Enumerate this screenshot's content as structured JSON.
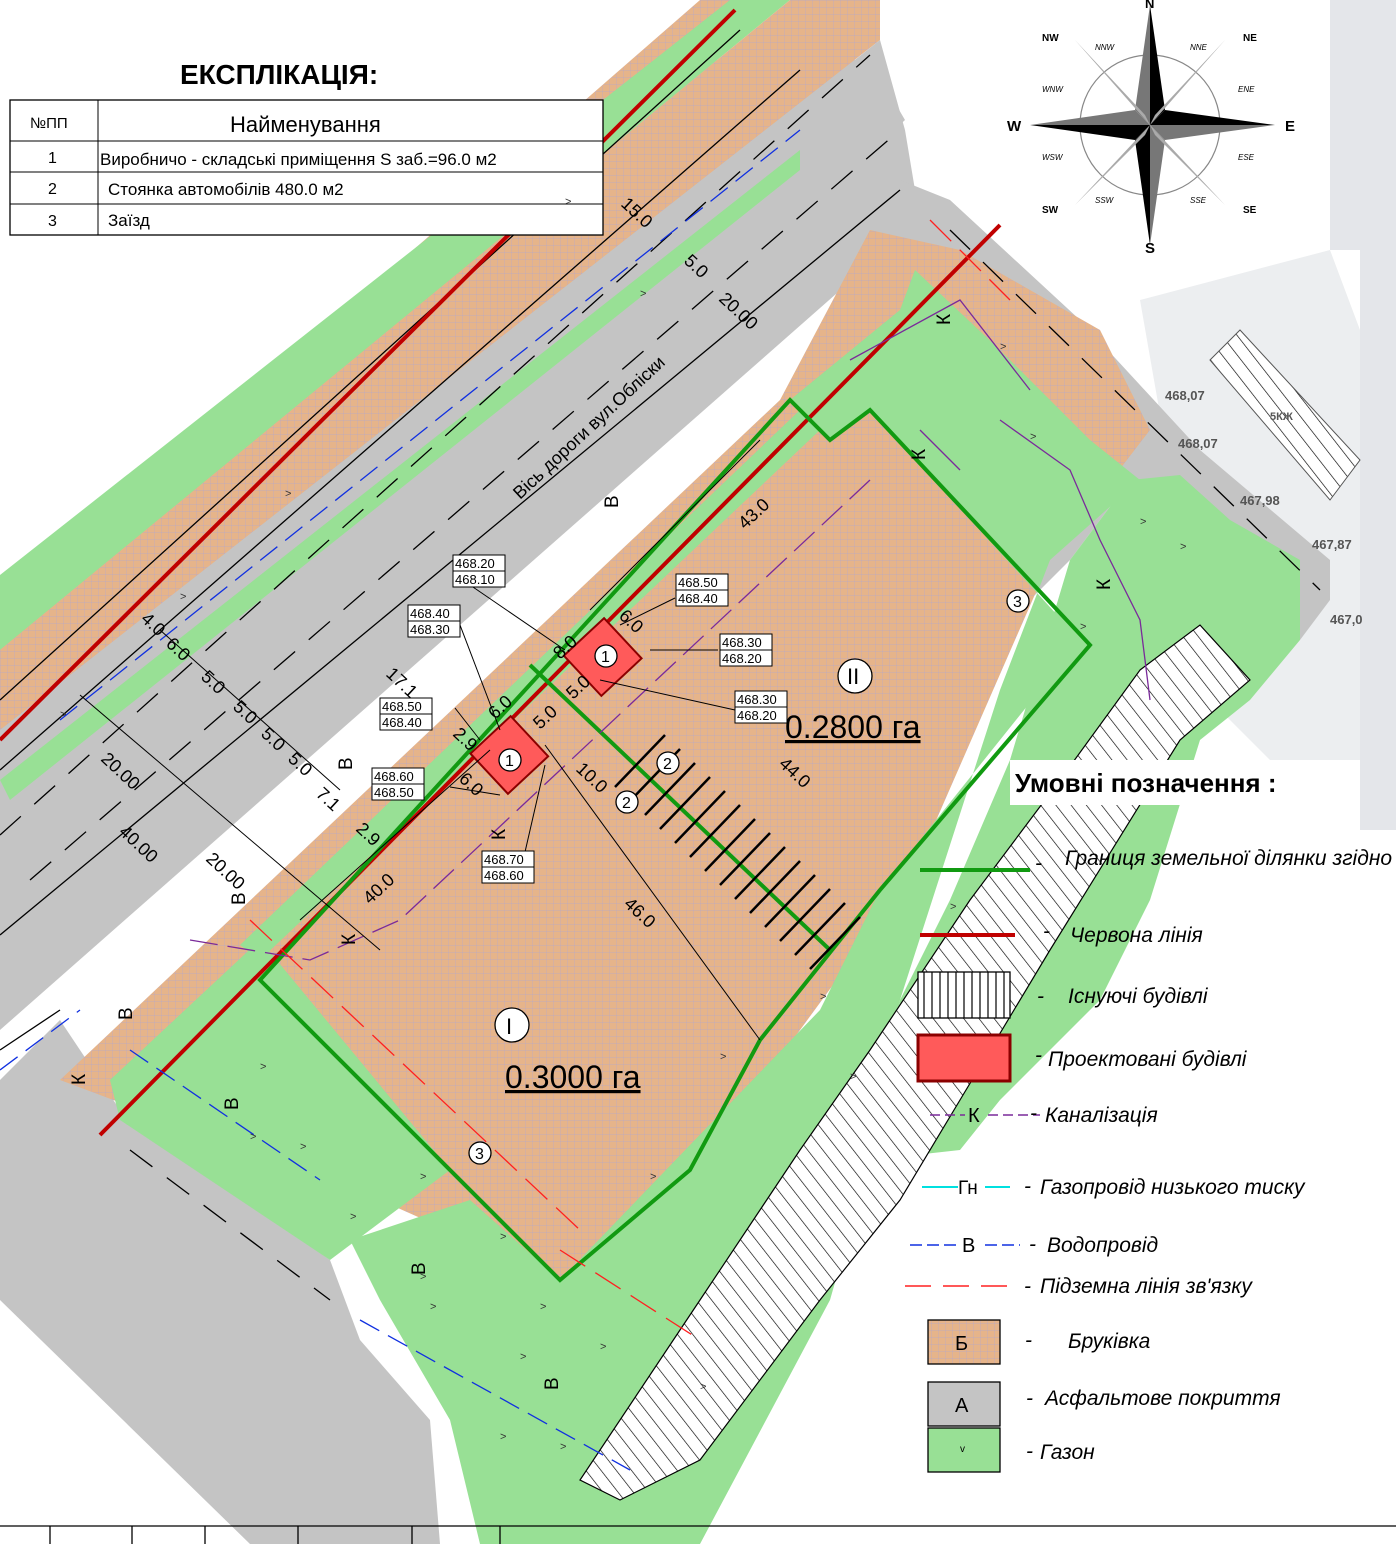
{
  "explication": {
    "title": "ЕКСПЛІКАЦІЯ:",
    "header": {
      "no": "№ПП",
      "name": "Найменування"
    },
    "rows": [
      {
        "no": "1",
        "name": "Виробничо - складські приміщення S заб.=96.0 м2"
      },
      {
        "no": "2",
        "name": "Стоянка автомобілів   480.0 м2"
      },
      {
        "no": "3",
        "name": "Заїзд"
      }
    ]
  },
  "compass": {
    "N": "N",
    "S": "S",
    "E": "E",
    "W": "W",
    "NW": "NW",
    "NE": "NE",
    "SW": "SW",
    "SE": "SE",
    "NNW": "NNW",
    "NNE": "NNE",
    "WNW": "WNW",
    "ENE": "ENE",
    "WSW": "WSW",
    "ESE": "ESE",
    "SSW": "SSW",
    "SSE": "SSE"
  },
  "map": {
    "road_axis_label": "Вісь дороги вул.Обліски",
    "plot1": {
      "roman": "I",
      "area": "0.3000 га"
    },
    "plot2": {
      "roman": "II",
      "area": "0.2800 га"
    },
    "markers": [
      "1",
      "2",
      "3"
    ],
    "dims": {
      "d15": "15.0",
      "d5": "5.0",
      "d20": "20.00",
      "d43": "43.0",
      "d44": "44.0",
      "d46": "46.0",
      "d40": "40.0",
      "d4": "4.0",
      "d6": "6.0",
      "d50": "5.0",
      "d17": "17.1",
      "d71": "7.1",
      "d29": "2.9",
      "d40b": "40.00",
      "d20b": "20.00",
      "d80": "8.0",
      "d10": "10.0",
      "d60": "6.0"
    },
    "elevations": [
      [
        "468.20",
        "468.10"
      ],
      [
        "468.50",
        "468.40"
      ],
      [
        "468.40",
        "468.30"
      ],
      [
        "468.30",
        "468.20"
      ],
      [
        "468.30",
        "468.20"
      ],
      [
        "468.50",
        "468.40"
      ],
      [
        "468.60",
        "468.50"
      ],
      [
        "468.70",
        "468.60"
      ]
    ],
    "survey_marks": [
      "468,07",
      "468,07",
      "467,98",
      "467,87",
      "467,0"
    ],
    "building_tag": "5КЖ",
    "utility_letters": {
      "water": "В",
      "sewer": "К"
    }
  },
  "legend": {
    "title": "Умовні позначення :",
    "items": [
      {
        "key": "boundary",
        "text": "Границя земельної ділянки  згідно ДЗК"
      },
      {
        "key": "red_line",
        "text": "Червона лінія"
      },
      {
        "key": "existing",
        "text": "Існуючі будівлі"
      },
      {
        "key": "projected",
        "text": "Проектовані будівлі"
      },
      {
        "key": "sewer",
        "code": "К",
        "text": "Каналізація"
      },
      {
        "key": "gas",
        "code": "Гн",
        "text": "Газопровід низького тиску"
      },
      {
        "key": "water",
        "code": "В",
        "text": "Водопровід"
      },
      {
        "key": "comm",
        "text": "Підземна лінія зв'язку"
      },
      {
        "key": "paving",
        "code": "Б",
        "text": "Бруківка"
      },
      {
        "key": "asphalt",
        "code": "А",
        "text": "Асфальтове покриття"
      },
      {
        "key": "lawn",
        "code": "v",
        "text": "Газон"
      }
    ]
  },
  "colors": {
    "paving": "#e6b48a",
    "lawn": "#98e095",
    "asphalt": "#c4c4c4",
    "red_line": "#c00000",
    "boundary": "#119a11",
    "building": "#ff5a5a",
    "water": "#1030e0",
    "sewer": "#7a2a9a",
    "gas": "#00e0e0",
    "comm": "#ff2020"
  }
}
